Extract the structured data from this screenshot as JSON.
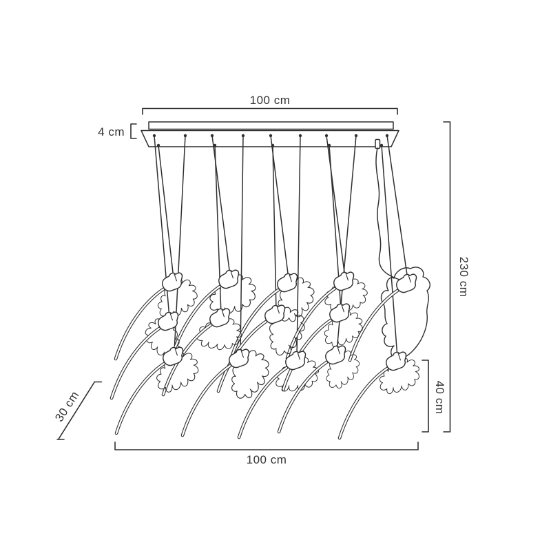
{
  "page": {
    "background_color": "#ffffff"
  },
  "drawing": {
    "kind": "pendant-lamp dimension diagram",
    "lamp_count": 14,
    "line_color": "#2f2f2f",
    "text_color": "#333333",
    "dimensions": {
      "top_width": "100 cm",
      "canopy_height": "4 cm",
      "total_height": "230 cm",
      "shade_drop": "40 cm",
      "depth": "30 cm",
      "bottom_width": "100 cm"
    }
  }
}
